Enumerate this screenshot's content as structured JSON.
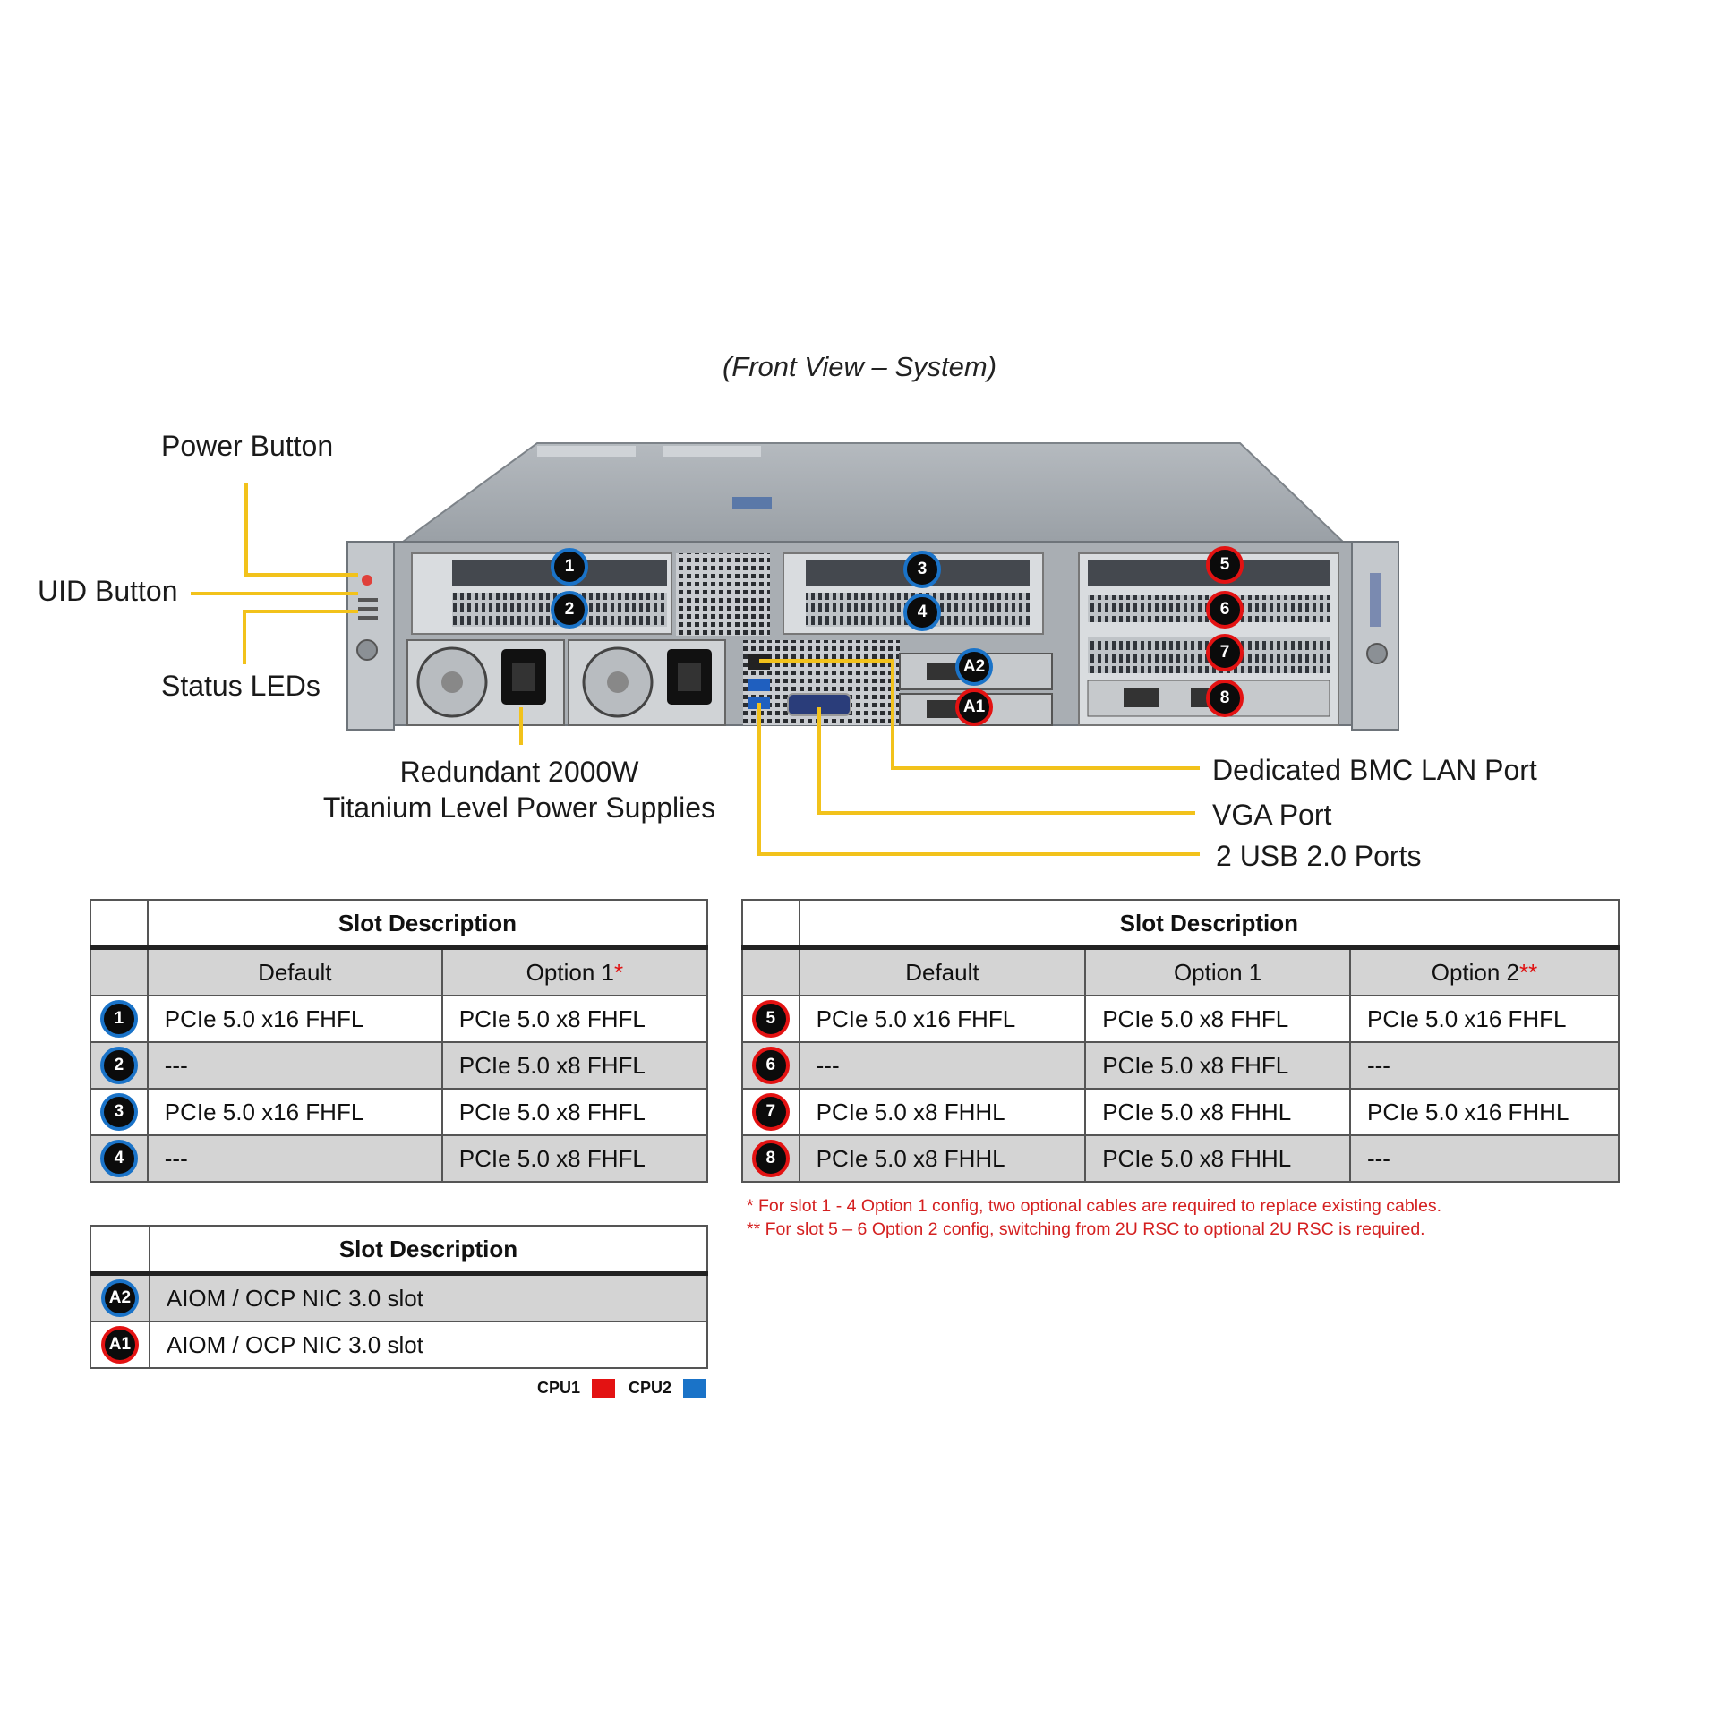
{
  "figure_title": "(Front View – System)",
  "callouts": {
    "power_button": "Power Button",
    "uid_button": "UID Button",
    "status_leds": "Status LEDs",
    "psu_line1": "Redundant 2000W",
    "psu_line2": "Titanium Level Power Supplies",
    "bmc_lan": "Dedicated BMC LAN Port",
    "vga": "VGA Port",
    "usb": "2 USB 2.0 Ports"
  },
  "chassis_badges": [
    {
      "label": "1",
      "cpu": "CPU2"
    },
    {
      "label": "2",
      "cpu": "CPU2"
    },
    {
      "label": "3",
      "cpu": "CPU2"
    },
    {
      "label": "4",
      "cpu": "CPU2"
    },
    {
      "label": "5",
      "cpu": "CPU1"
    },
    {
      "label": "6",
      "cpu": "CPU1"
    },
    {
      "label": "7",
      "cpu": "CPU1"
    },
    {
      "label": "8",
      "cpu": "CPU1"
    },
    {
      "label": "A2",
      "cpu": "CPU2"
    },
    {
      "label": "A1",
      "cpu": "CPU1"
    }
  ],
  "table_left": {
    "title": "Slot Description",
    "columns": [
      "Default",
      "Option 1"
    ],
    "option1_mark": "*",
    "rows": [
      {
        "slot": "1",
        "cpu": "CPU2",
        "default": "PCIe 5.0 x16 FHFL",
        "option1": "PCIe 5.0 x8 FHFL"
      },
      {
        "slot": "2",
        "cpu": "CPU2",
        "default": "---",
        "option1": "PCIe 5.0 x8 FHFL"
      },
      {
        "slot": "3",
        "cpu": "CPU2",
        "default": "PCIe 5.0 x16 FHFL",
        "option1": "PCIe 5.0 x8 FHFL"
      },
      {
        "slot": "4",
        "cpu": "CPU2",
        "default": "---",
        "option1": "PCIe 5.0 x8 FHFL"
      }
    ]
  },
  "table_right": {
    "title": "Slot Description",
    "columns": [
      "Default",
      "Option 1",
      "Option 2"
    ],
    "option2_mark": "**",
    "rows": [
      {
        "slot": "5",
        "cpu": "CPU1",
        "default": "PCIe 5.0 x16 FHFL",
        "option1": "PCIe 5.0 x8 FHFL",
        "option2": "PCIe 5.0 x16 FHFL"
      },
      {
        "slot": "6",
        "cpu": "CPU1",
        "default": "---",
        "option1": "PCIe 5.0 x8 FHFL",
        "option2": "---"
      },
      {
        "slot": "7",
        "cpu": "CPU1",
        "default": "PCIe 5.0 x8 FHHL",
        "option1": "PCIe 5.0 x8 FHHL",
        "option2": "PCIe 5.0 x16 FHHL"
      },
      {
        "slot": "8",
        "cpu": "CPU1",
        "default": "PCIe 5.0 x8 FHHL",
        "option1": "PCIe 5.0 x8 FHHL",
        "option2": "---"
      }
    ]
  },
  "table_aiom": {
    "title": "Slot Description",
    "rows": [
      {
        "slot": "A2",
        "cpu": "CPU2",
        "desc": "AIOM / OCP NIC 3.0 slot"
      },
      {
        "slot": "A1",
        "cpu": "CPU1",
        "desc": "AIOM / OCP NIC 3.0 slot"
      }
    ]
  },
  "notes": [
    "* For slot 1 - 4 Option 1 config, two optional cables are required to replace existing cables.",
    "** For slot 5 – 6 Option 2 config, switching from 2U RSC to optional 2U RSC is required."
  ],
  "legend": [
    {
      "label": "CPU1",
      "color": "#e31212"
    },
    {
      "label": "CPU2",
      "color": "#1a73c8"
    }
  ],
  "colors": {
    "callout_line": "#f2c21b",
    "cpu1": "#e31212",
    "cpu2": "#1a73c8"
  }
}
